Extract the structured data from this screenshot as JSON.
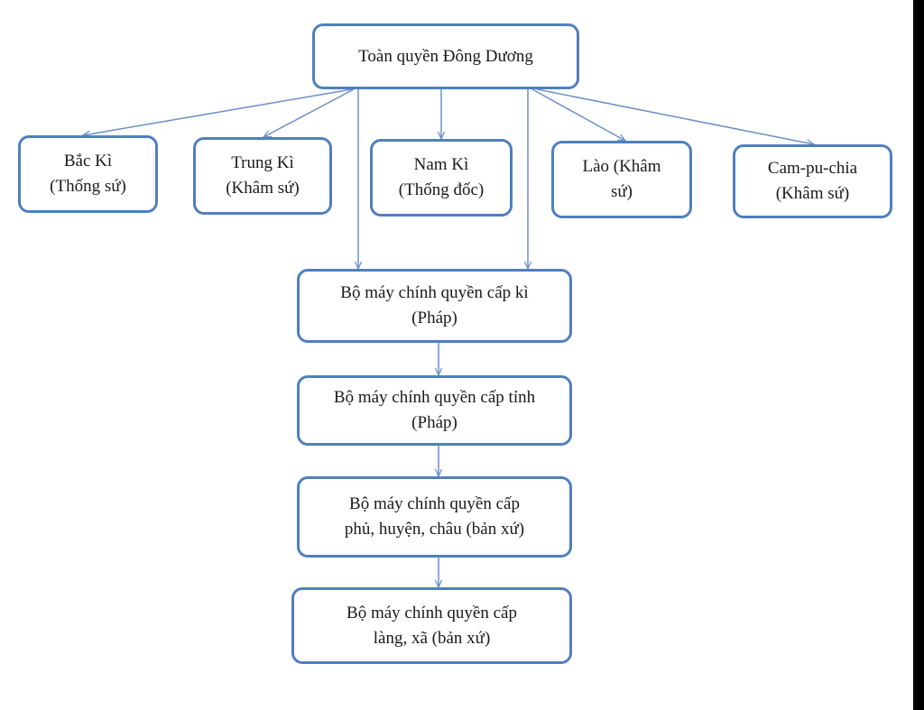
{
  "diagram": {
    "root": {
      "lines": [
        "Toàn quyền Đông Dương"
      ]
    },
    "regions": [
      {
        "lines": [
          "Bắc Kì",
          "(Thống sứ)"
        ]
      },
      {
        "lines": [
          "Trung Kì",
          "(Khâm sứ)"
        ]
      },
      {
        "lines": [
          "Nam Kì",
          "(Thống đốc)"
        ]
      },
      {
        "lines": [
          "Lào (Khâm",
          "sứ)"
        ]
      },
      {
        "lines": [
          "Cam-pu-chia",
          "(Khâm sứ)"
        ]
      }
    ],
    "levels": [
      {
        "lines": [
          "Bộ máy chính quyền cấp kì",
          "(Pháp)"
        ]
      },
      {
        "lines": [
          "Bộ máy chính quyền cấp tỉnh",
          "(Pháp)"
        ]
      },
      {
        "lines": [
          "Bộ máy chính quyền cấp",
          "phủ, huyện, châu (bản xứ)"
        ]
      },
      {
        "lines": [
          "Bộ máy chính quyền cấp",
          "làng, xã (bản xứ)"
        ]
      }
    ]
  },
  "colors": {
    "border": "#4f7fbf",
    "arrow": "#6b8fc9",
    "text": "#1a1a1a"
  }
}
